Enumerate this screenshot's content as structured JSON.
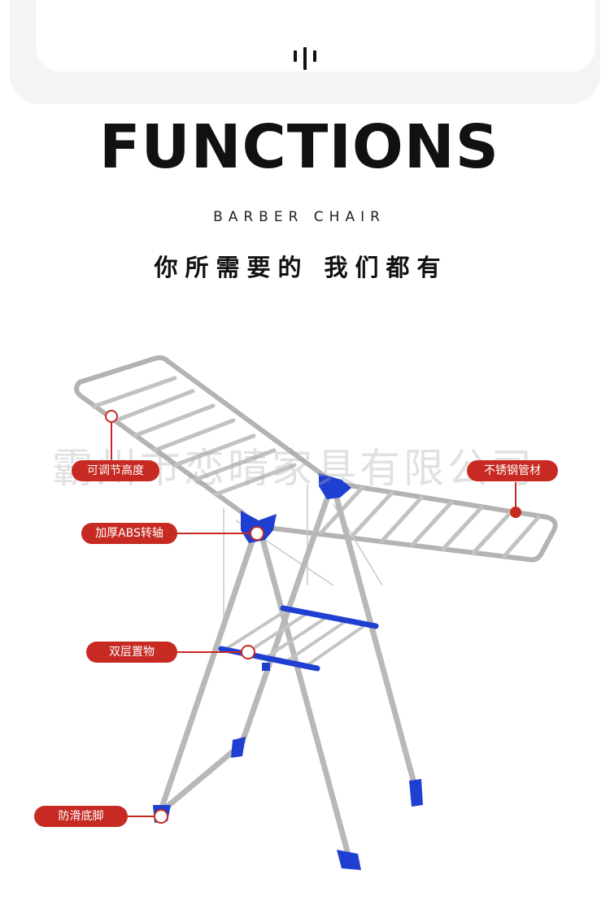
{
  "header": {
    "logo_icon": "brand-bars-icon"
  },
  "title": "FUNCTIONS",
  "subtitle": "BARBER CHAIR",
  "slogan": "你所需要的 我们都有",
  "watermark": "霸州市恋晴家具有限公司",
  "product": {
    "name_icon": "clothes-drying-rack",
    "frame_color": "#c8c8c8",
    "accent_color": "#1f3fd1"
  },
  "callouts": [
    {
      "id": "height",
      "label": "可调节高度"
    },
    {
      "id": "steel",
      "label": "不锈钢管材"
    },
    {
      "id": "hinge",
      "label": "加厚ABS转轴"
    },
    {
      "id": "shelf",
      "label": "双层置物"
    },
    {
      "id": "feet",
      "label": "防滑底脚"
    }
  ],
  "colors": {
    "tag": "#c62a22",
    "title": "#111111"
  }
}
